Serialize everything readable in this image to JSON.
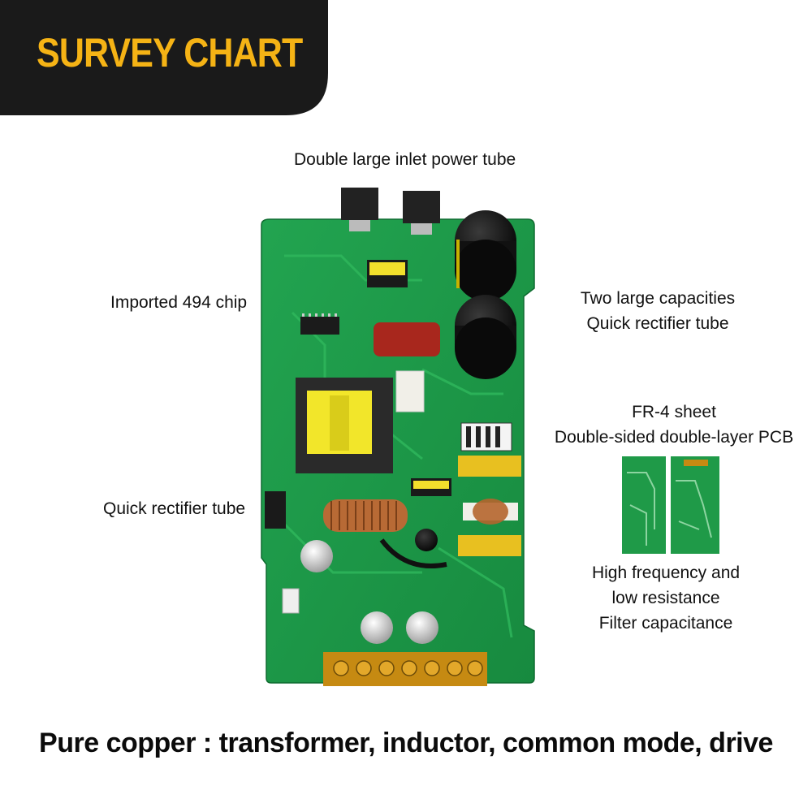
{
  "header": {
    "title": "SURVEY CHART"
  },
  "annotations": {
    "inlet_tube": "Double large inlet power tube",
    "chip": "Imported 494 chip",
    "capacities_line1": "Two large capacities",
    "capacities_line2": "Quick rectifier tube",
    "fr4_line1": "FR-4 sheet",
    "fr4_line2": "Double-sided double-layer PCB",
    "rectifier": "Quick rectifier tube",
    "filter_line1": "High frequency and",
    "filter_line2": "low resistance",
    "filter_line3": "Filter capacitance"
  },
  "footer": {
    "text": "Pure copper : transformer, inductor, common mode, drive"
  },
  "colors": {
    "banner_bg": "#1a1a1a",
    "accent": "#f5b315",
    "pcb_green": "#1f9a4a"
  },
  "images": {
    "main": "green-power-supply-pcb",
    "inset": "pcb-sheet-samples"
  }
}
